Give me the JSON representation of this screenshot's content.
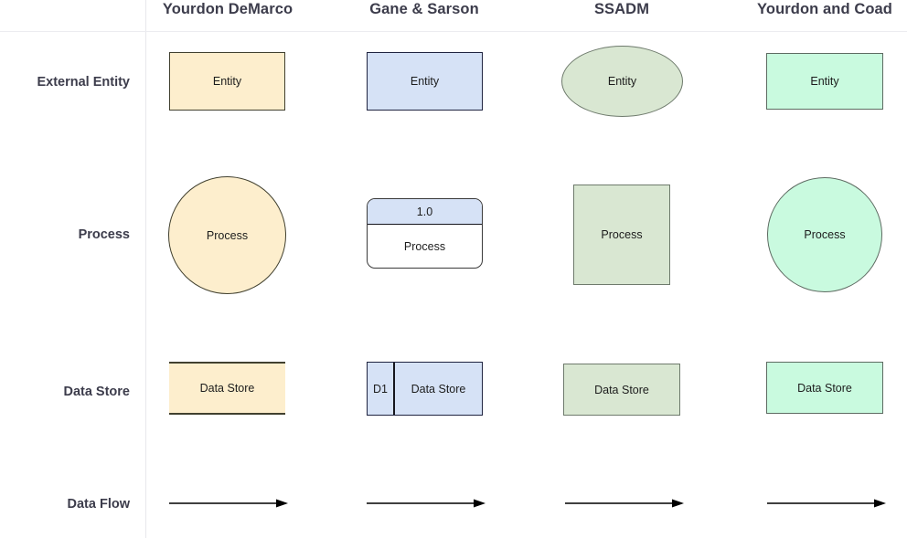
{
  "columns": [
    {
      "id": "yourdon-demarco",
      "label": "Yourdon DeMarco"
    },
    {
      "id": "gane-sarson",
      "label": "Gane & Sarson"
    },
    {
      "id": "ssadm",
      "label": "SSADM"
    },
    {
      "id": "yourdon-coad",
      "label": "Yourdon and Coad"
    }
  ],
  "rows": [
    {
      "id": "external-entity",
      "label": "External Entity"
    },
    {
      "id": "process",
      "label": "Process"
    },
    {
      "id": "data-store",
      "label": "Data Store"
    },
    {
      "id": "data-flow",
      "label": "Data Flow"
    }
  ],
  "cells": {
    "external_entity": {
      "yourdon_demarco": {
        "text": "Entity",
        "shape": "rectangle"
      },
      "gane_sarson": {
        "text": "Entity",
        "shape": "rectangle"
      },
      "ssadm": {
        "text": "Entity",
        "shape": "ellipse"
      },
      "yourdon_coad": {
        "text": "Entity",
        "shape": "rectangle"
      }
    },
    "process": {
      "yourdon_demarco": {
        "text": "Process",
        "shape": "circle"
      },
      "gane_sarson": {
        "id_text": "1.0",
        "text": "Process",
        "shape": "rounded-rectangle-split"
      },
      "ssadm": {
        "text": "Process",
        "shape": "square"
      },
      "yourdon_coad": {
        "text": "Process",
        "shape": "circle"
      }
    },
    "data_store": {
      "yourdon_demarco": {
        "text": "Data Store",
        "shape": "open-ended-rectangle"
      },
      "gane_sarson": {
        "id_text": "D1",
        "text": "Data Store",
        "shape": "rectangle-split"
      },
      "ssadm": {
        "text": "Data Store",
        "shape": "rectangle"
      },
      "yourdon_coad": {
        "text": "Data Store",
        "shape": "rectangle"
      }
    },
    "data_flow": {
      "yourdon_demarco": {
        "shape": "arrow"
      },
      "gane_sarson": {
        "shape": "arrow"
      },
      "ssadm": {
        "shape": "arrow"
      },
      "yourdon_coad": {
        "shape": "arrow"
      }
    }
  },
  "colors": {
    "header_text": "#3c3c4b",
    "grid_line": "#ececf0",
    "yourdon_demarco_fill": "#fdeecd",
    "yourdon_demarco_stroke": "#41402f",
    "gane_sarson_fill": "#d6e2f6",
    "gane_sarson_stroke": "#1f2340",
    "ssadm_fill": "#d9e7d2",
    "ssadm_stroke": "#6e7a6c",
    "yourdon_coad_fill": "#c9fadf",
    "yourdon_coad_stroke": "#5e6b62",
    "arrow": "#000000"
  }
}
